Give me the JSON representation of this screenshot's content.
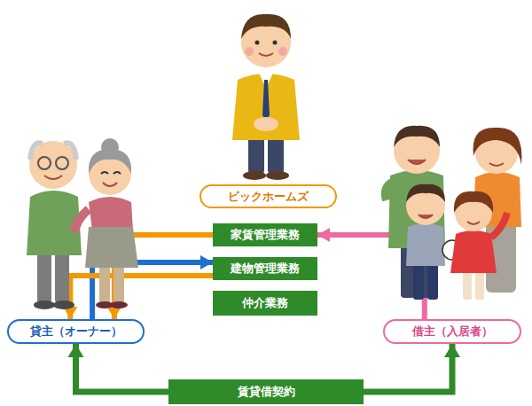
{
  "diagram": {
    "nodes": [
      {
        "text": [
          "ビックホームズ"
        ]
      },
      {
        "text": [
          "家賃管理業務"
        ]
      },
      {
        "text": [
          "建物管理業務"
        ]
      },
      {
        "text": [
          "仲介業務"
        ]
      },
      {
        "text": [
          "貸主（オーナー）"
        ]
      },
      {
        "text": [
          "借主（入居者）"
        ]
      },
      {
        "text": [
          "賃貸借契約"
        ]
      }
    ],
    "edges": [
      {
        "from": 1,
        "to": 4,
        "arrow": "to"
      },
      {
        "from": 5,
        "to": 1,
        "arrow": "to"
      },
      {
        "from": 4,
        "to": 2,
        "arrow": "to"
      },
      {
        "from": 2,
        "to": 4,
        "arrow": "to"
      },
      {
        "from": 6,
        "to": 4,
        "arrow": "to"
      },
      {
        "from": 6,
        "to": 5,
        "arrow": "to"
      }
    ]
  }
}
